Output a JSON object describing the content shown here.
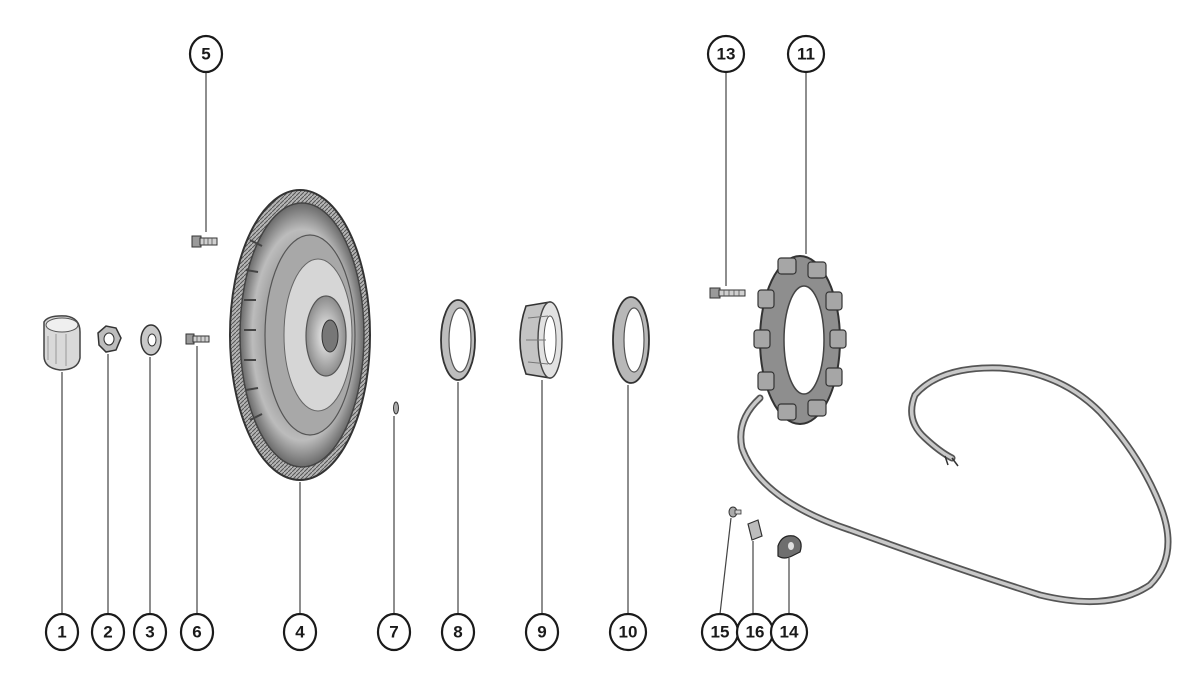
{
  "callouts": [
    {
      "id": "1",
      "label": "1"
    },
    {
      "id": "2",
      "label": "2"
    },
    {
      "id": "3",
      "label": "3"
    },
    {
      "id": "6",
      "label": "6"
    },
    {
      "id": "4",
      "label": "4"
    },
    {
      "id": "7",
      "label": "7"
    },
    {
      "id": "8",
      "label": "8"
    },
    {
      "id": "9",
      "label": "9"
    },
    {
      "id": "10",
      "label": "10"
    },
    {
      "id": "15",
      "label": "15"
    },
    {
      "id": "16",
      "label": "16"
    },
    {
      "id": "14",
      "label": "14"
    },
    {
      "id": "5",
      "label": "5"
    },
    {
      "id": "13",
      "label": "13"
    },
    {
      "id": "11",
      "label": "11"
    }
  ],
  "colors": {
    "ink": "#1a1a1a",
    "part_dark": "#3a3a3a",
    "part_mid": "#8a8a8a",
    "part_light": "#cfcfcf",
    "background": "#ffffff"
  }
}
